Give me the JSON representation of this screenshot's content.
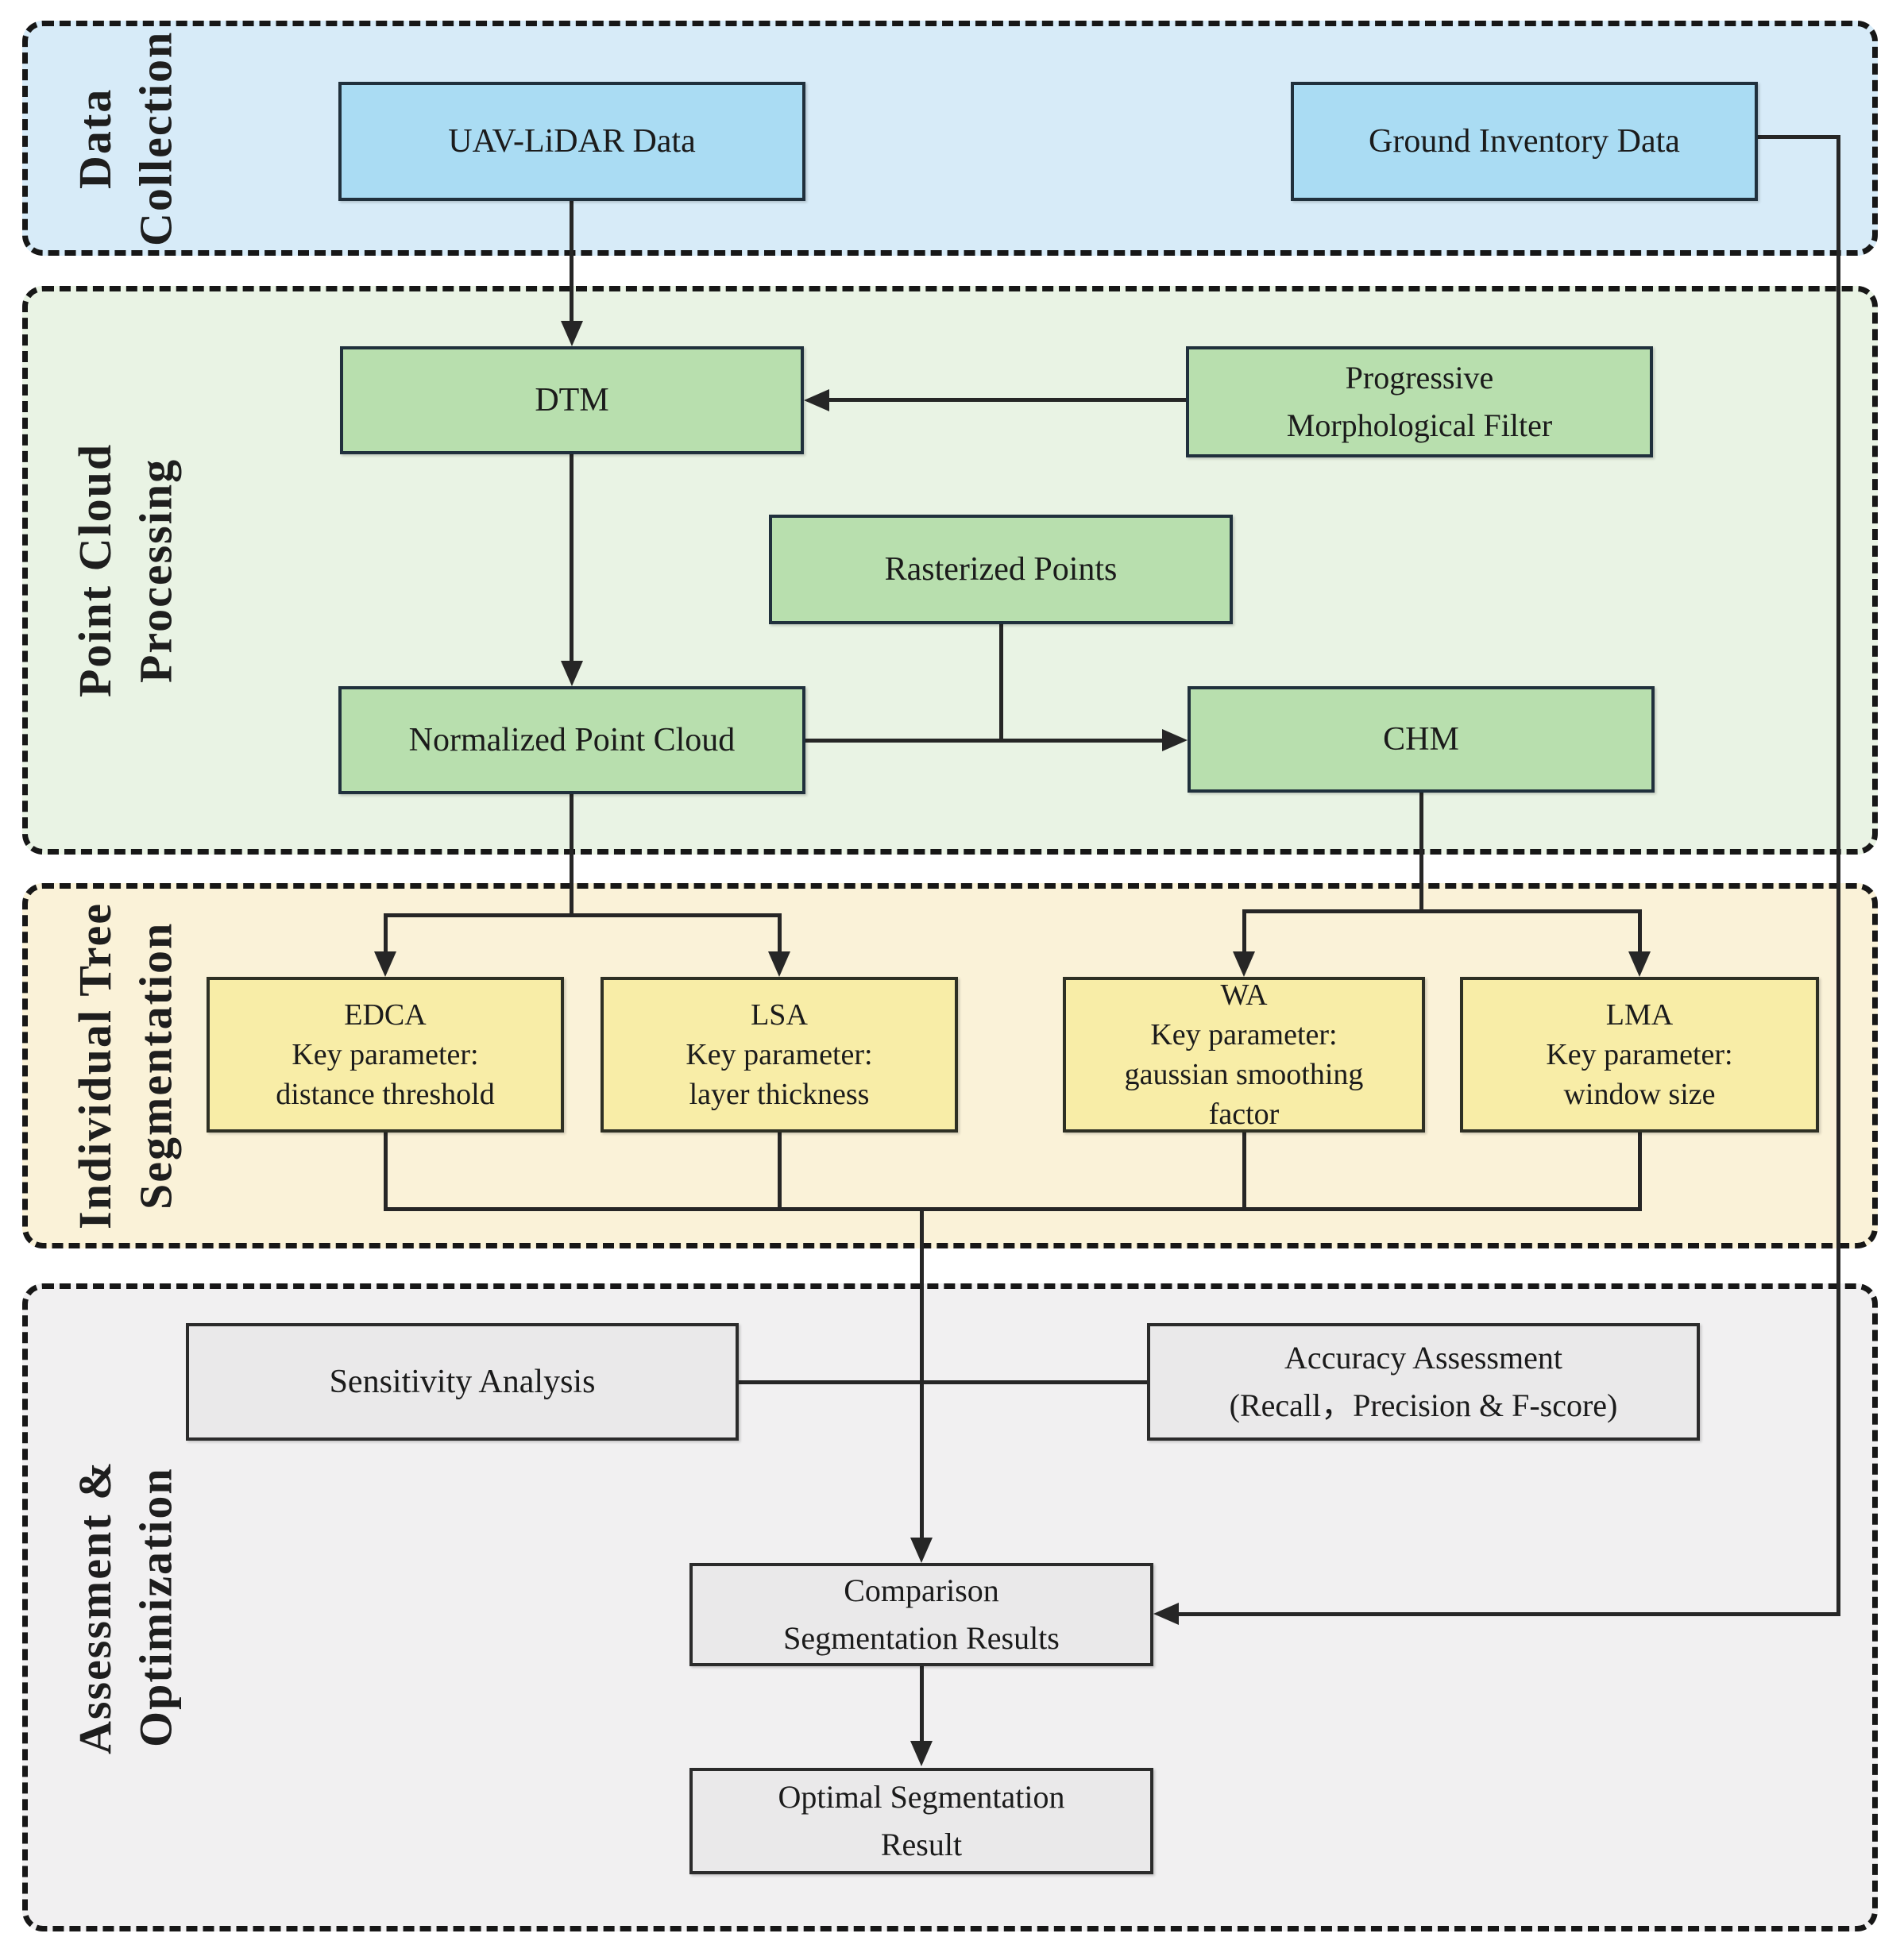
{
  "colors": {
    "section_data_collection_bg": "#d7ebf8",
    "section_point_cloud_bg": "#e9f3e4",
    "section_segmentation_bg": "#faf2d8",
    "section_assessment_bg": "#f1f0f1",
    "box_blue": "#aadcf3",
    "box_green": "#b8dfae",
    "box_yellow": "#f8eda7",
    "box_gray": "#eae9ea",
    "box_border": "#20303c",
    "dashed_border": "#171717",
    "connector": "#262626"
  },
  "sections": [
    {
      "id": "data-collection",
      "label_lines": [
        "Data",
        "Collection"
      ]
    },
    {
      "id": "point-cloud-processing",
      "label_lines": [
        "Point Cloud",
        "Processing"
      ]
    },
    {
      "id": "individual-tree-segmentation",
      "label_lines": [
        "Individual Tree",
        "Segmentation"
      ]
    },
    {
      "id": "assessment-optimization",
      "label_lines": [
        "Assessment &",
        "Optimization"
      ]
    }
  ],
  "nodes": {
    "uav": {
      "lines": [
        "UAV-LiDAR Data"
      ]
    },
    "gid": {
      "lines": [
        "Ground Inventory Data"
      ]
    },
    "dtm": {
      "lines": [
        "DTM"
      ]
    },
    "pmf": {
      "lines": [
        "Progressive",
        "Morphological Filter"
      ]
    },
    "rasterized": {
      "lines": [
        "Rasterized Points"
      ]
    },
    "npc": {
      "lines": [
        "Normalized Point Cloud"
      ]
    },
    "chm": {
      "lines": [
        "CHM"
      ]
    },
    "edca": {
      "lines": [
        "EDCA",
        "Key parameter:",
        "distance threshold"
      ]
    },
    "lsa": {
      "lines": [
        "LSA",
        "Key parameter:",
        "layer thickness"
      ]
    },
    "wa": {
      "lines": [
        "WA",
        "Key parameter:",
        "gaussian smoothing",
        "factor"
      ]
    },
    "lma": {
      "lines": [
        "LMA",
        "Key parameter:",
        "window size"
      ]
    },
    "sensitivity": {
      "lines": [
        "Sensitivity Analysis"
      ]
    },
    "accuracy": {
      "lines": [
        "Accuracy Assessment",
        "(Recall，Precision & F-score)"
      ]
    },
    "comparison": {
      "lines": [
        "Comparison",
        "Segmentation Results"
      ]
    },
    "optimal": {
      "lines": [
        "Optimal Segmentation",
        "Result"
      ]
    }
  }
}
